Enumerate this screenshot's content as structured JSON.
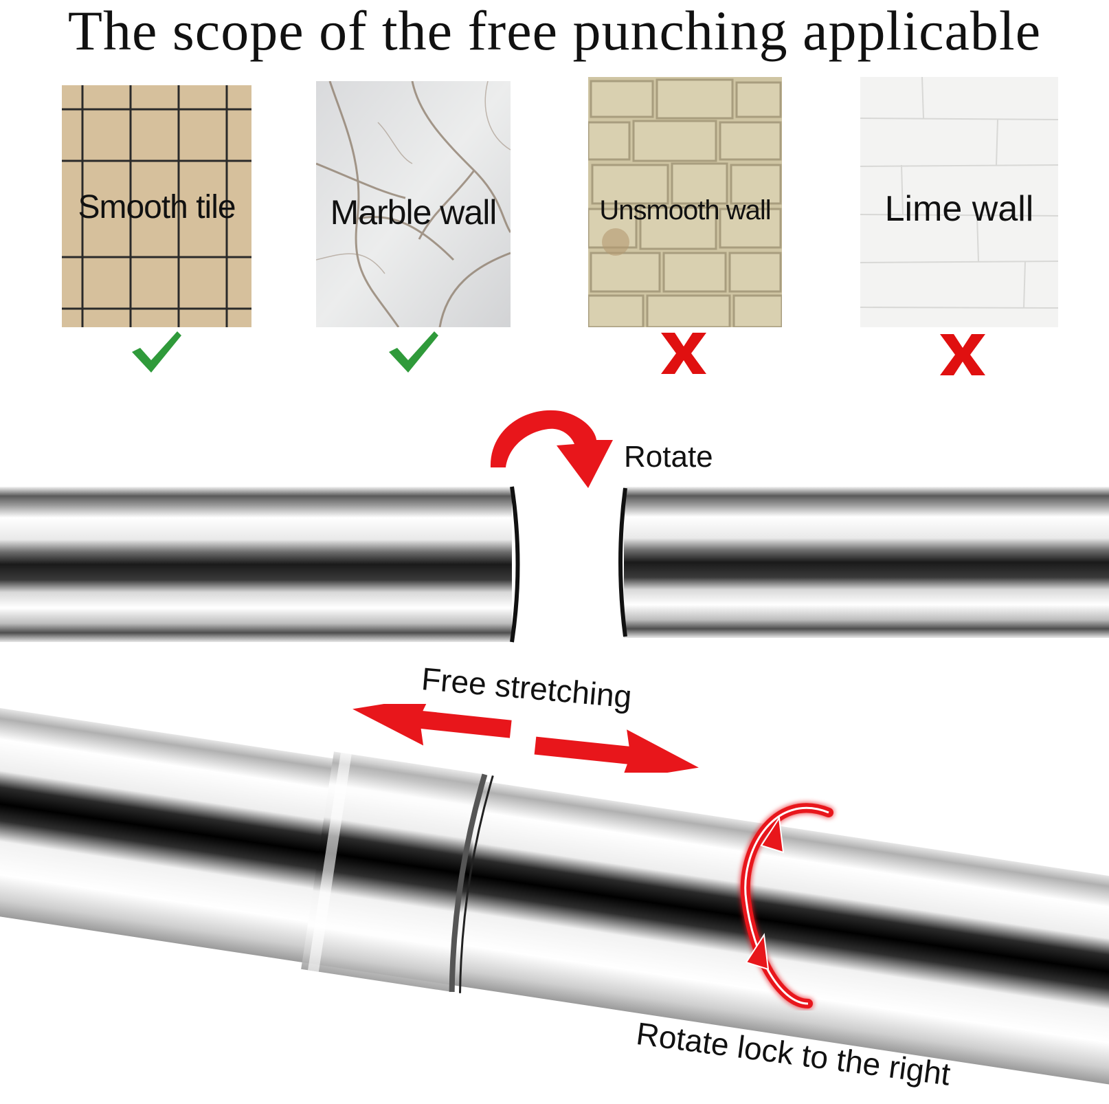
{
  "title": "The scope of the free punching applicable",
  "surfaces": [
    {
      "label": "Smooth tile",
      "applicable": true
    },
    {
      "label": "Marble wall",
      "applicable": true
    },
    {
      "label": "Unsmooth wall",
      "applicable": false
    },
    {
      "label": "Lime wall",
      "applicable": false
    }
  ],
  "icons": {
    "check": "check-icon",
    "cross": "cross-icon",
    "rotate_arrow": "curved-arrow-icon",
    "stretch_arrows": "double-arrow-icon",
    "lock_arrow": "circular-arrow-icon"
  },
  "colors": {
    "check": "#2f9a3a",
    "cross": "#e01010",
    "arrow": "#e8161b",
    "tile_beige": "#d8c3a0",
    "grout": "#2a2a2a"
  },
  "captions": {
    "rotate": "Rotate",
    "free_stretching": "Free stretching",
    "rotate_lock": "Rotate lock to the right"
  }
}
